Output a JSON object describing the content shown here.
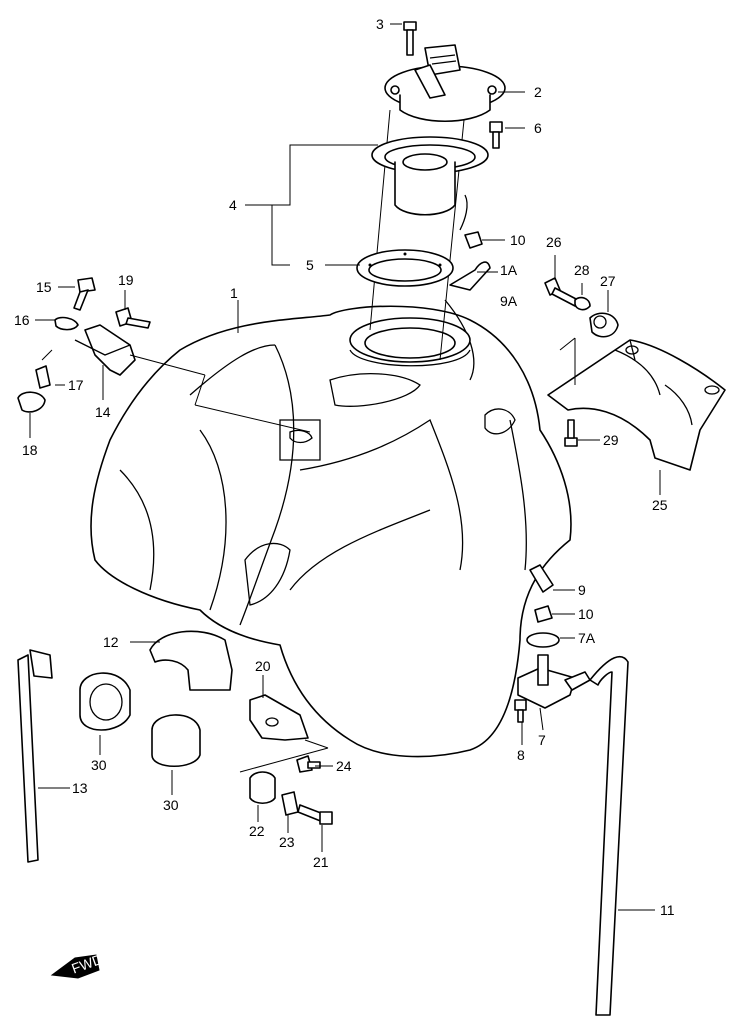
{
  "callouts": {
    "c1": "1",
    "c1a": "1A",
    "c2": "2",
    "c3": "3",
    "c4": "4",
    "c5": "5",
    "c6": "6",
    "c7": "7",
    "c7a": "7A",
    "c8": "8",
    "c9": "9",
    "c9a": "9A",
    "c10a": "10",
    "c10b": "10",
    "c11": "11",
    "c12": "12",
    "c13": "13",
    "c14": "14",
    "c15": "15",
    "c16": "16",
    "c17": "17",
    "c18": "18",
    "c19": "19",
    "c20": "20",
    "c21": "21",
    "c22": "22",
    "c23": "23",
    "c24": "24",
    "c25": "25",
    "c26": "26",
    "c27": "27",
    "c28": "28",
    "c29": "29",
    "c30a": "30",
    "c30b": "30"
  },
  "fwd_label": "FWD"
}
